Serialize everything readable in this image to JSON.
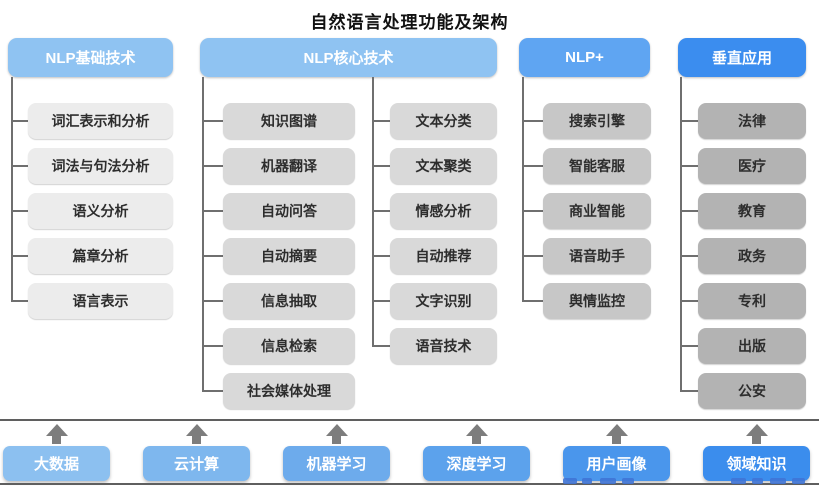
{
  "title": "自然语言处理功能及架构",
  "columns": [
    {
      "header": "NLP基础技术",
      "groups": [
        [
          "词汇表示和分析",
          "词法与句法分析",
          "语义分析",
          "篇章分析",
          "语言表示"
        ]
      ]
    },
    {
      "header": "NLP核心技术",
      "groups": [
        [
          "知识图谱",
          "机器翻译",
          "自动问答",
          "自动摘要",
          "信息抽取",
          "信息检索",
          "社会媒体处理"
        ],
        [
          "文本分类",
          "文本聚类",
          "情感分析",
          "自动推荐",
          "文字识别",
          "语音技术"
        ]
      ]
    },
    {
      "header": "NLP+",
      "groups": [
        [
          "搜索引擎",
          "智能客服",
          "商业智能",
          "语音助手",
          "舆情监控"
        ]
      ]
    },
    {
      "header": "垂直应用",
      "groups": [
        [
          "法律",
          "医疗",
          "教育",
          "政务",
          "专利",
          "出版",
          "公安"
        ]
      ]
    }
  ],
  "foundation": [
    "大数据",
    "云计算",
    "机器学习",
    "深度学习",
    "用户画像",
    "领域知识"
  ],
  "colors": {
    "header_blues": [
      "#8fc3f2",
      "#8fc3f2",
      "#5fa5f2",
      "#3b8def"
    ],
    "column_grays": [
      "#ececec",
      "#d9d9d9",
      "#c7c7c7",
      "#b3b3b3"
    ],
    "foundation_blues": [
      "#8cc0f0",
      "#7eb7ee",
      "#6dabec",
      "#5ca2ec",
      "#4a96ec",
      "#3b8ded"
    ],
    "connector_gray": "#6f6f6f",
    "arrow_gray": "#7d7d7d",
    "title_black": "#111111"
  }
}
